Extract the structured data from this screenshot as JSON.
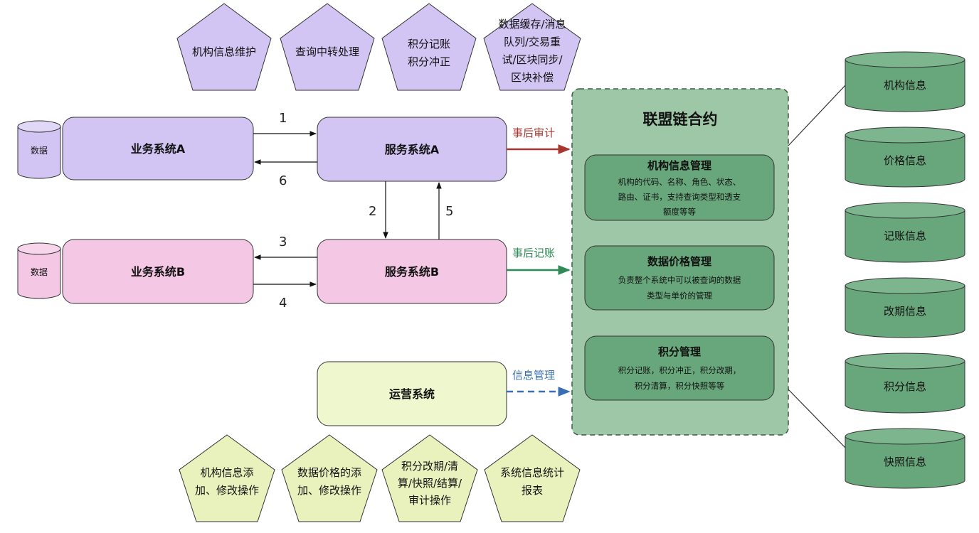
{
  "top_pentagons": [
    "机构信息维护",
    "查询中转处理",
    [
      "积分记账",
      "积分冲正"
    ],
    [
      "数据缓存/消息",
      "队列/交易重",
      "试/区块同步/",
      "区块补偿"
    ]
  ],
  "left_db_label": "数据",
  "biz_a": "业务系统A",
  "biz_b": "业务系统B",
  "svc_a": "服务系统A",
  "svc_b": "服务系统B",
  "ops": "运营系统",
  "step_labels": {
    "s1": "1",
    "s2": "2",
    "s3": "3",
    "s4": "4",
    "s5": "5",
    "s6": "6"
  },
  "arrow_labels": {
    "audit": "事后审计",
    "record": "事后记账",
    "info": "信息管理"
  },
  "colors": {
    "audit": "#a8352e",
    "record": "#2e8b57",
    "info": "#3a6fb5"
  },
  "contract": {
    "title": "联盟链合约",
    "cards": [
      {
        "title": "机构信息管理",
        "lines": [
          "机构的代码、名称、角色、状态、",
          "路由、证书，支持查询类型和透支",
          "额度等等"
        ]
      },
      {
        "title": "数据价格管理",
        "lines": [
          "负责整个系统中可以被查询的数据",
          "类型与单价的管理"
        ]
      },
      {
        "title": "积分管理",
        "lines": [
          "积分记账，积分冲正，积分改期，",
          "积分清算，积分快照等等"
        ]
      }
    ]
  },
  "cylinders": [
    "机构信息",
    "价格信息",
    "记账信息",
    "改期信息",
    "积分信息",
    "快照信息"
  ],
  "bottom_pentagons": [
    [
      "机构信息添",
      "加、修改操作"
    ],
    [
      "数据价格的添",
      "加、修改操作"
    ],
    [
      "积分改期/清",
      "算/快照/结算/",
      "审计操作"
    ],
    [
      "系统信息统计",
      "报表"
    ]
  ]
}
